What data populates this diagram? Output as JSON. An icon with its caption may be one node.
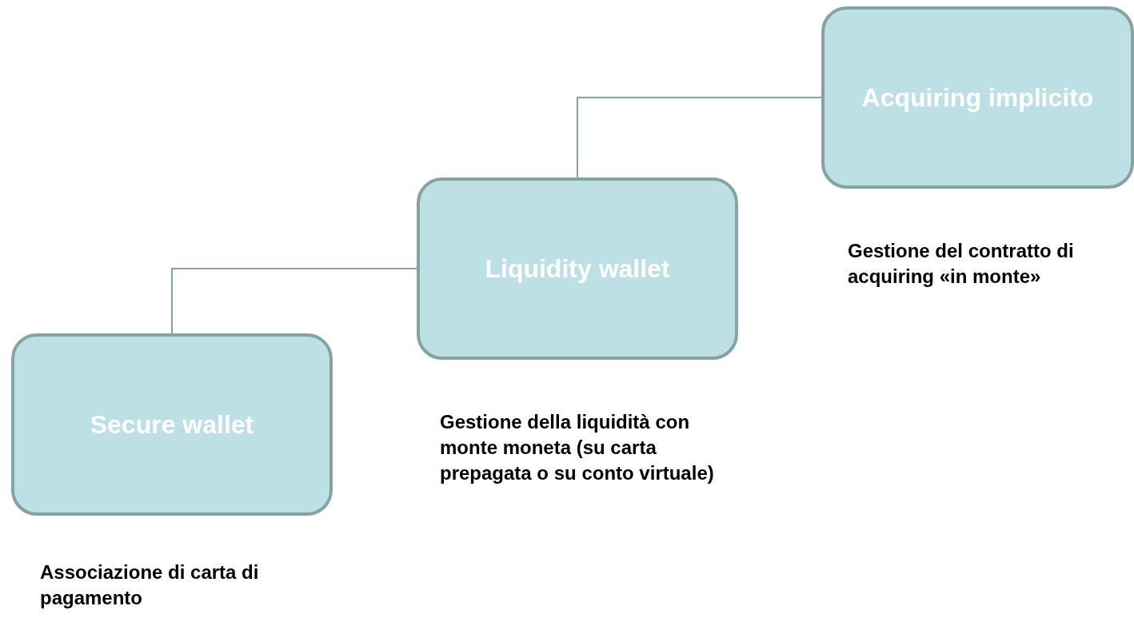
{
  "diagram": {
    "nodes": [
      {
        "text": [
          "Secure wallet"
        ],
        "beside": [
          "Associazione di carta di pagamento"
        ]
      },
      {
        "text": [
          "Liquidity wallet"
        ],
        "beside": [
          "Gestione della liquidità con monte moneta (su carta prepagata o su conto virtuale)"
        ]
      },
      {
        "text": [
          "Acquiring implicito"
        ],
        "beside": [
          "Gestione del contratto di acquiring «in monte»"
        ]
      }
    ],
    "edges": [
      {
        "from": 0,
        "to": 1,
        "arrow": "none"
      },
      {
        "from": 1,
        "to": 2,
        "arrow": "none"
      }
    ]
  }
}
